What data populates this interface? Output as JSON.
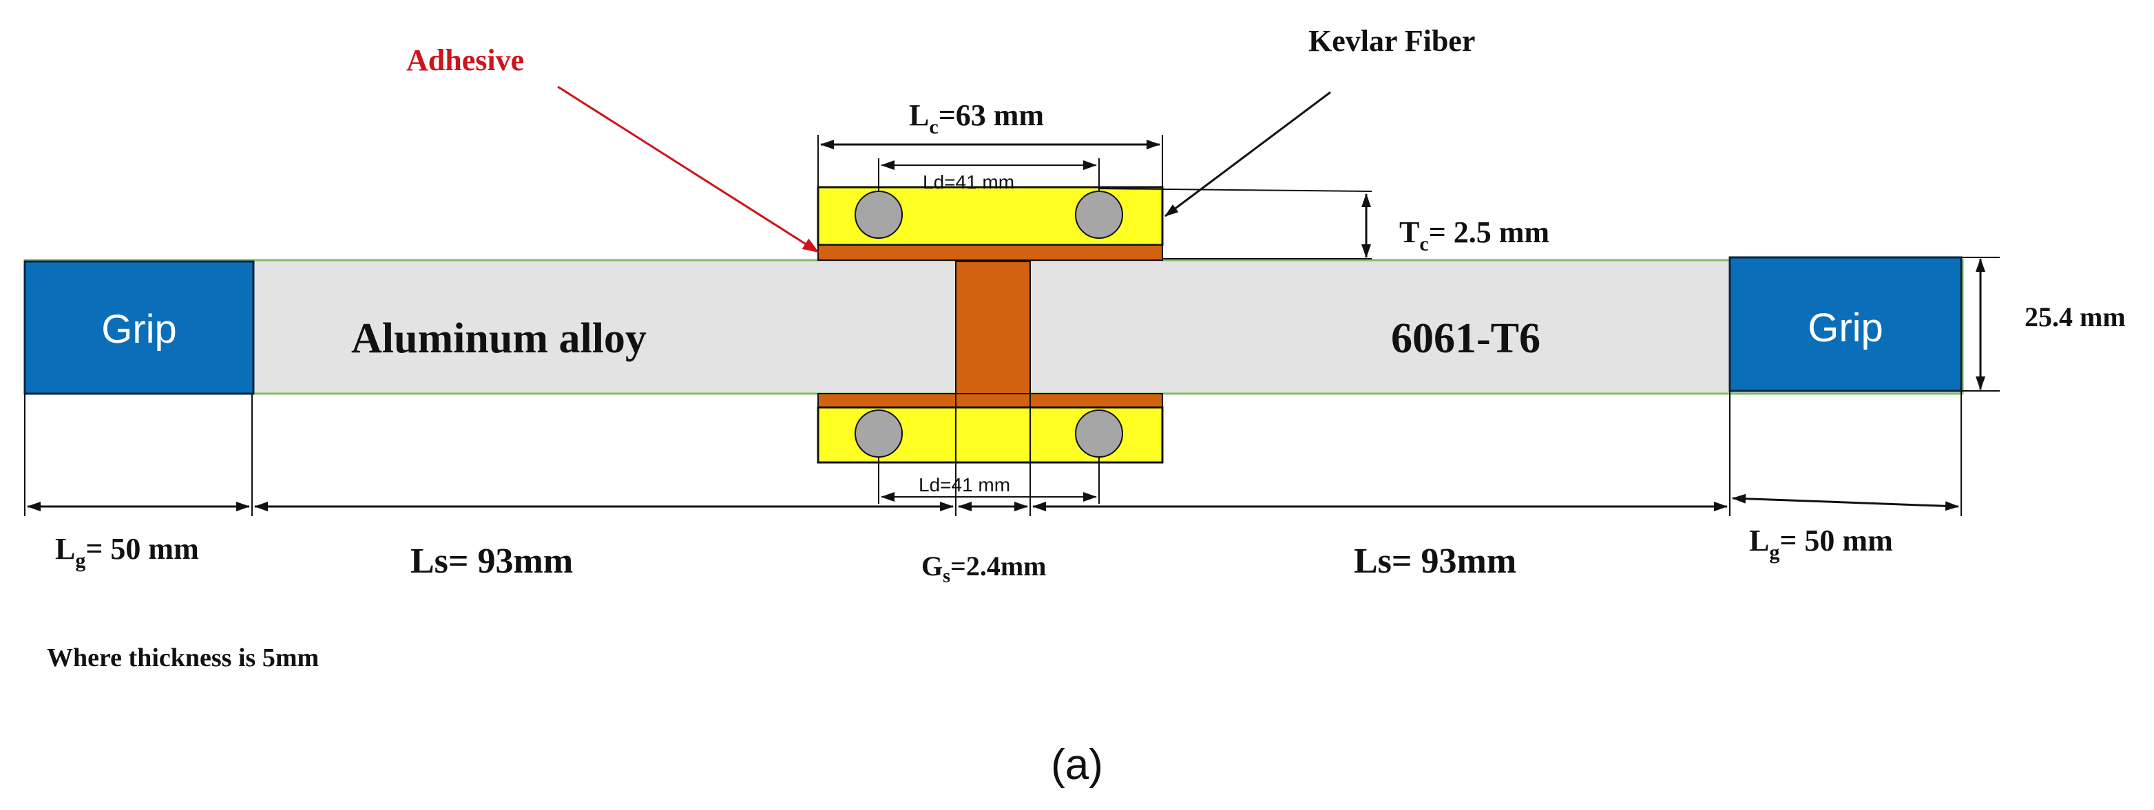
{
  "labels": {
    "adhesive": "Adhesive",
    "kevlar": "Kevlar Fiber",
    "grip_left": "Grip",
    "grip_right": "Grip",
    "material_left": "Aluminum alloy",
    "material_right": "6061-T6",
    "width": "25.4 mm",
    "lc_sym": "L",
    "lc_sub": "c",
    "lc_val": "=63 mm",
    "ld_top": "Ld=41 mm",
    "ld_bottom": "Ld=41 mm",
    "tc_sym": "T",
    "tc_sub": "c",
    "tc_val": "= 2.5 mm",
    "lg_left_sym": "L",
    "lg_left_sub": "g",
    "lg_left_val": "= 50 mm",
    "lg_right_sym": "L",
    "lg_right_sub": "g",
    "lg_right_val": "= 50 mm",
    "ls_left": "Ls= 93mm",
    "ls_right": "Ls= 93mm",
    "gs_sym": "G",
    "gs_sub": "s",
    "gs_val": "=2.4mm",
    "thickness_note": "Where thickness is 5mm",
    "caption": "(a)"
  },
  "colors": {
    "grip": "#0a6fb8",
    "specimen": "#e3e3e3",
    "specimen_edge": "#7fbf6a",
    "patch": "#ffff22",
    "adhesive": "#d2620f",
    "fiber_dot": "#a6a6a6",
    "adhesive_label": "#d0121b",
    "text": "#111111"
  }
}
